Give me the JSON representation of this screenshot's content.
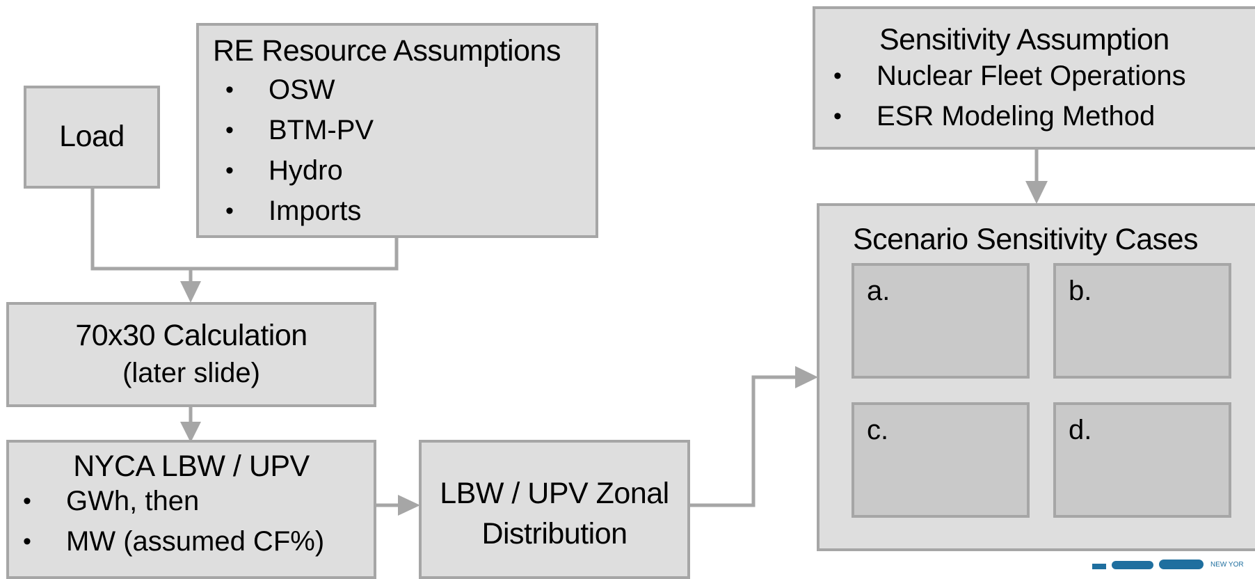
{
  "boxes": {
    "load": {
      "title": "Load"
    },
    "re_resources": {
      "title": "RE Resource Assumptions",
      "items": [
        "OSW",
        "BTM-PV",
        "Hydro",
        "Imports"
      ]
    },
    "calc": {
      "title": "70x30 Calculation",
      "subtitle": "(later slide)"
    },
    "nyca": {
      "title": "NYCA LBW / UPV",
      "items": [
        "GWh, then",
        "MW (assumed CF%)"
      ]
    },
    "zonal": {
      "title_line1": "LBW / UPV Zonal",
      "title_line2": "Distribution"
    },
    "sensitivity": {
      "title": "Sensitivity Assumption",
      "items": [
        "Nuclear Fleet Operations",
        "ESR Modeling Method"
      ]
    },
    "scenario": {
      "title": "Scenario Sensitivity Cases",
      "cases": [
        "a.",
        "b.",
        "c.",
        "d."
      ]
    }
  },
  "colors": {
    "box_fill": "#dedede",
    "inner_fill": "#c9c9c9",
    "border": "#a6a6a6",
    "arrow": "#a6a6a6",
    "logo_blue": "#1f6f9f"
  },
  "logo": {
    "name": "nyiso-logo",
    "text": "NEW YOR"
  }
}
